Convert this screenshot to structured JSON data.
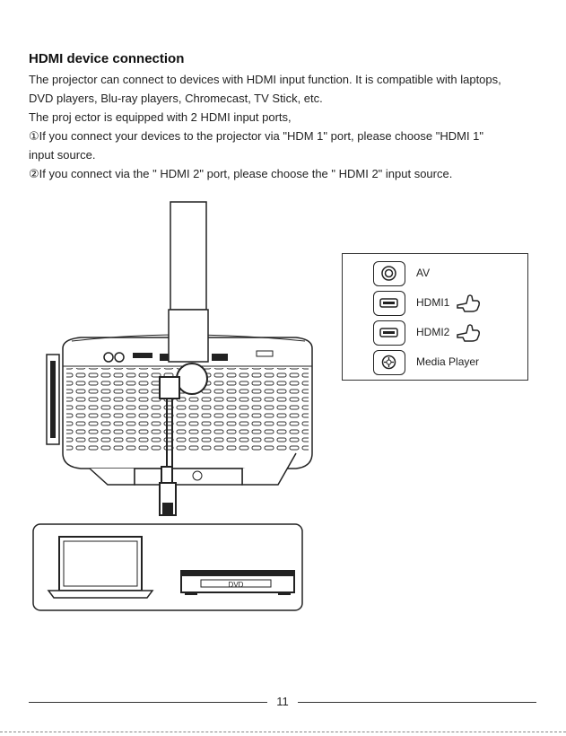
{
  "heading": "HDMI device connection",
  "paragraphs": [
    "The projector can connect to devices with HDMI input function. It is compatible with laptops,",
    "DVD players, Blu-ray players, Chromecast, TV Stick, etc.",
    "The proj ector is equipped with 2 HDMI input ports,",
    "①If you connect your devices to the projector via \"HDM 1\" port, please choose \"HDMI 1\"",
    "input source.",
    "②If you connect via the \" HDMI 2\" port, please choose the \" HDMI 2\" input source."
  ],
  "input_sources": [
    {
      "label": "AV",
      "icon": "av-port-icon"
    },
    {
      "label": "HDMI1",
      "icon": "hdmi-port-icon"
    },
    {
      "label": "HDMI2",
      "icon": "hdmi-port-icon"
    },
    {
      "label": "Media Player",
      "icon": "media-player-icon"
    }
  ],
  "dvd_label": "DVD",
  "page_number": "11"
}
